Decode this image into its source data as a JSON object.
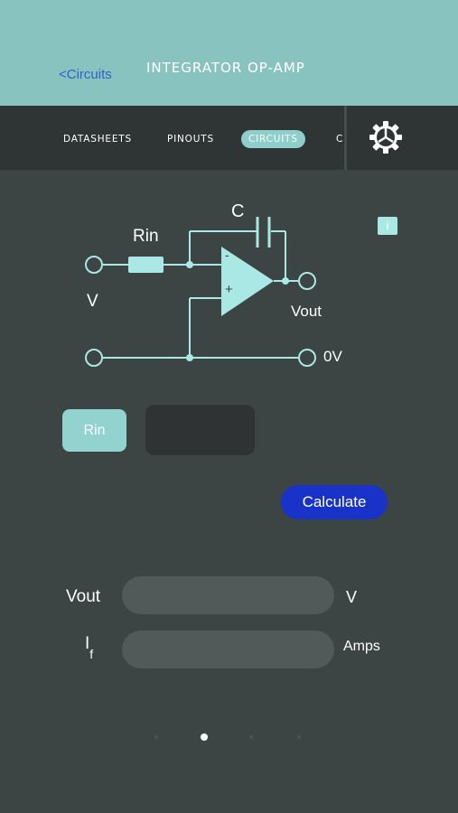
{
  "header": {
    "back_label": "<Circuits",
    "title": "INTEGRATOR OP-AMP"
  },
  "tabs": [
    {
      "label": "DATASHEETS",
      "active": false
    },
    {
      "label": "PINOUTS",
      "active": false
    },
    {
      "label": "CIRCUITS",
      "active": true
    },
    {
      "label": "C",
      "active": false
    }
  ],
  "settings_icon": "gear-icon",
  "info_button": {
    "label": "i"
  },
  "circuit": {
    "label_c": "C",
    "label_rin": "Rin",
    "label_v": "V",
    "label_vout": "Vout",
    "label_0v": "0V",
    "minus_sign": "-",
    "plus_sign": "+",
    "line_color": "#a9e8e4"
  },
  "inputs": {
    "rin_label": "Rin",
    "rin_value": ""
  },
  "calculate_label": "Calculate",
  "results": {
    "vout_label": "Vout",
    "vout_unit": "V",
    "vout_value": "",
    "if_label_main": "I",
    "if_label_sub": "f",
    "if_unit": "Amps",
    "if_value": ""
  },
  "pagination": {
    "count": 4,
    "active_index": 1
  },
  "colors": {
    "header_bg": "#89c3c0",
    "tabbar_bg": "#2f3535",
    "body_bg": "#3d4444",
    "accent": "#8ecfcb",
    "calculate_bg": "#1933c9",
    "back_link": "#2f62c8"
  }
}
